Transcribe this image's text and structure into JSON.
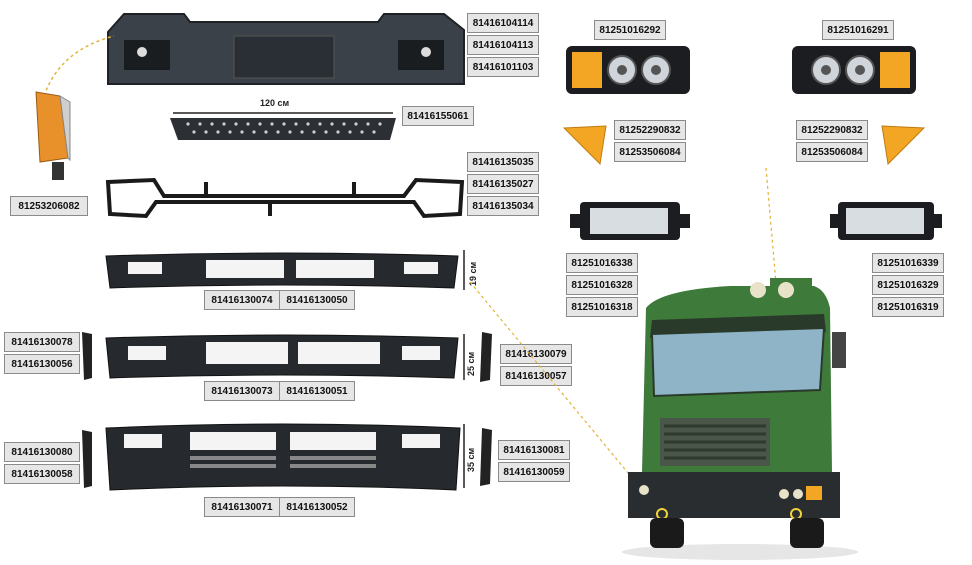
{
  "parts": {
    "front_panel": [
      "81416104114",
      "81416104113",
      "81416101103"
    ],
    "step": "81416155061",
    "step_width": "120 см",
    "side_lamp": "81253206082",
    "bracket": [
      "81416135035",
      "81416135027",
      "81416135034"
    ],
    "bumper_19": [
      "81416130074",
      "81416130050"
    ],
    "bumper_19_height": "19 см",
    "bumper_25": [
      "81416130073",
      "81416130051"
    ],
    "bumper_25_height": "25 см",
    "bumper_25_left_end": [
      "81416130078",
      "81416130056"
    ],
    "bumper_25_right_end": [
      "81416130079",
      "81416130057"
    ],
    "bumper_35": [
      "81416130071",
      "81416130052"
    ],
    "bumper_35_height": "35 см",
    "bumper_35_left_end": [
      "81416130080",
      "81416130058"
    ],
    "bumper_35_right_end": [
      "81416130081",
      "81416130059"
    ],
    "headlamp_left": "81251016292",
    "headlamp_right": "81251016291",
    "indicator_left": [
      "81252290832",
      "81253506084"
    ],
    "indicator_right": [
      "81252290832",
      "81253506084"
    ],
    "foglamp_left": [
      "81251016338",
      "81251016328",
      "81251016318"
    ],
    "foglamp_right": [
      "81251016339",
      "81251016329",
      "81251016319"
    ]
  }
}
